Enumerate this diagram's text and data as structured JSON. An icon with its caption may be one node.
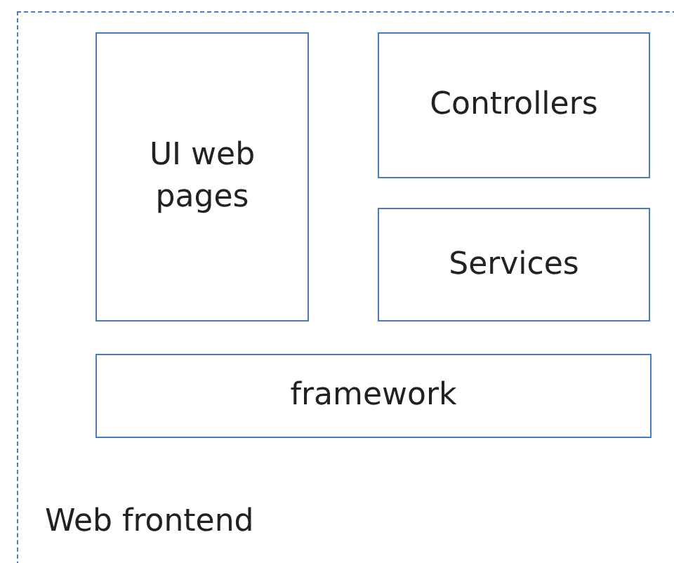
{
  "diagram": {
    "nodes": [
      {
        "text": [
          "Web frontend"
        ]
      },
      {
        "text": [
          "UI web pages"
        ],
        "in": 0
      },
      {
        "text": [
          "Controllers"
        ],
        "in": 0
      },
      {
        "text": [
          "Services"
        ],
        "in": 0
      },
      {
        "text": [
          "framework"
        ],
        "in": 0
      }
    ]
  }
}
